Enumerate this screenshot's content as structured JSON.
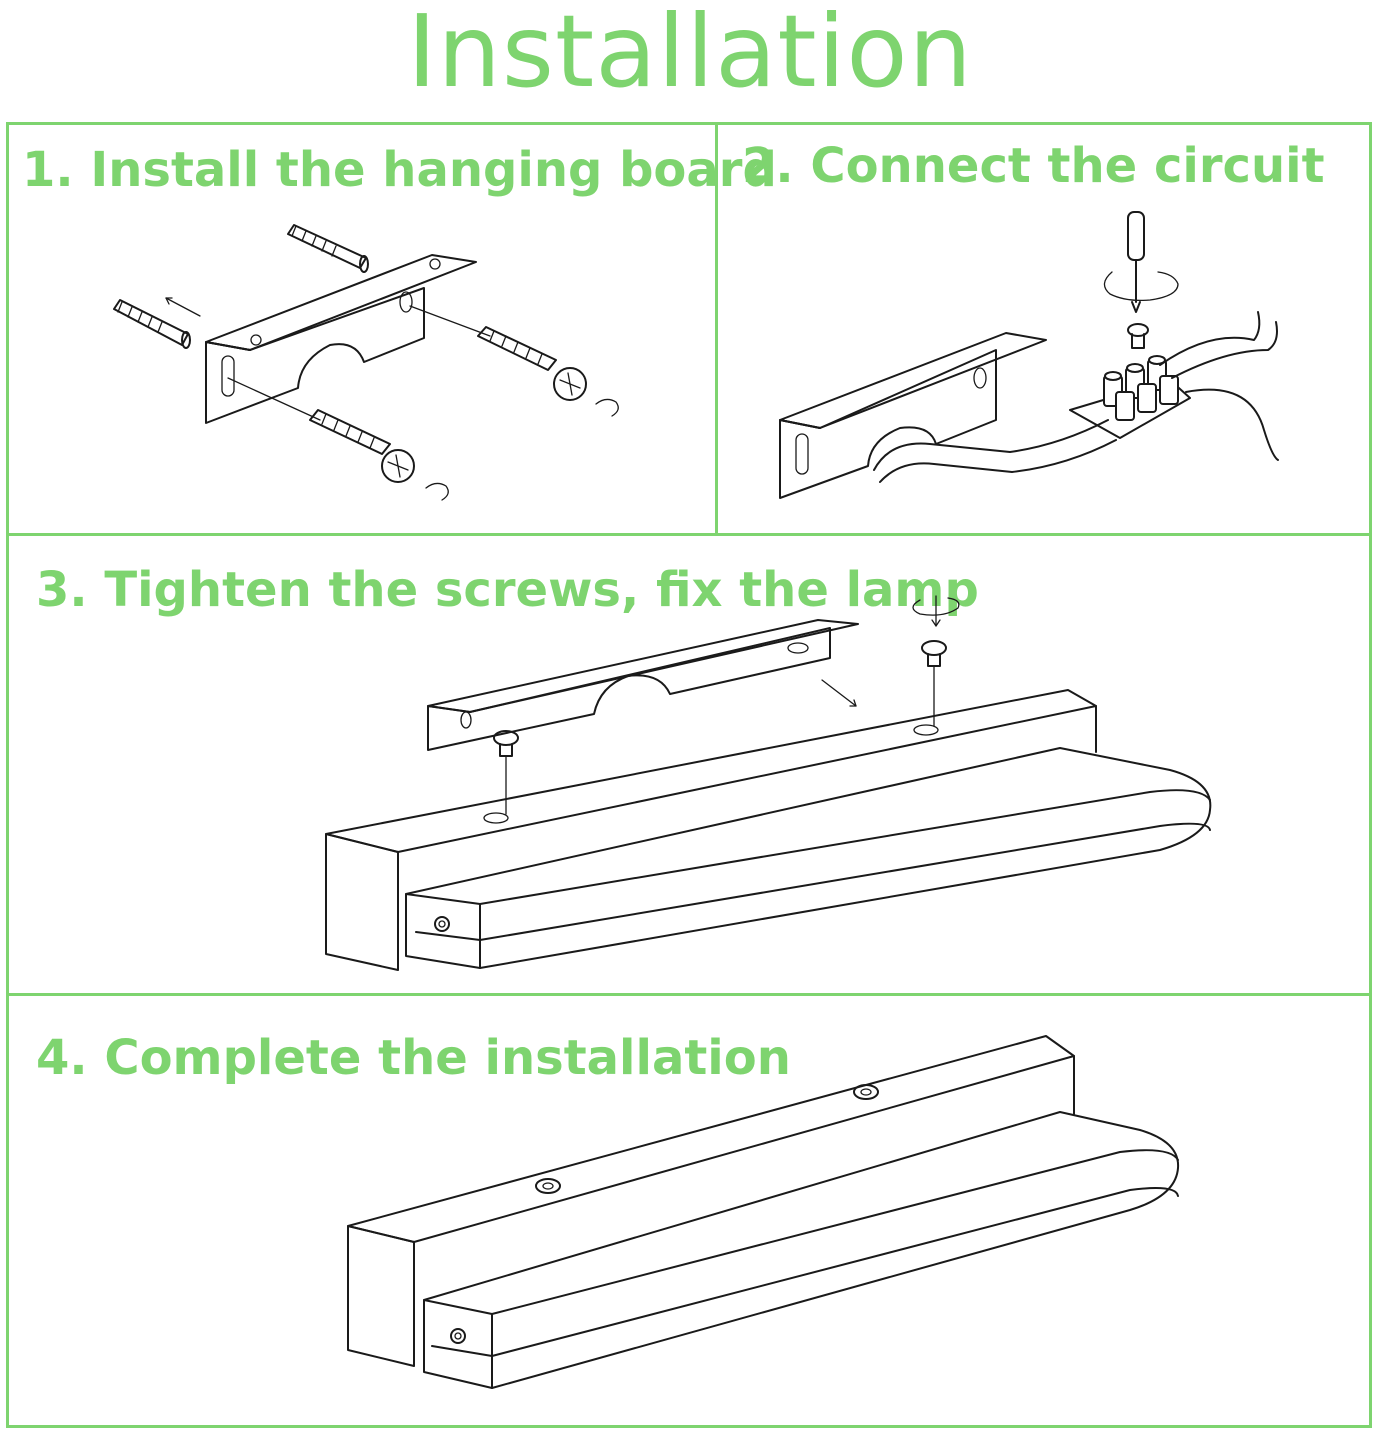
{
  "title": "Installation",
  "colors": {
    "accent": "#7ed46f",
    "line": "#1a1a1a",
    "background": "#ffffff"
  },
  "steps": [
    {
      "label": "1. Install the hanging board"
    },
    {
      "label": "2. Connect the circuit"
    },
    {
      "label": "3. Tighten the screws, fix the lamp"
    },
    {
      "label": "4. Complete the installation"
    }
  ]
}
